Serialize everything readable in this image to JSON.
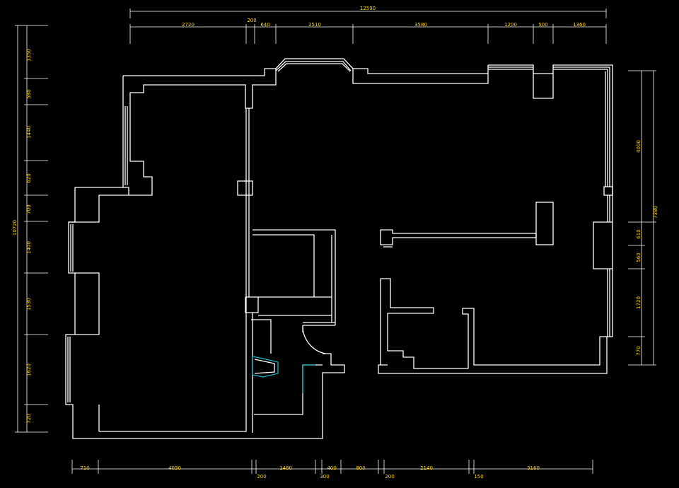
{
  "colors": {
    "background": "#000000",
    "wall": "#ffffff",
    "dimension_text": "#ffd21a",
    "fixture_accent": "#16b7c8"
  },
  "dimensions": {
    "top_overall": "12590",
    "top_small": "200",
    "top": [
      "2720",
      "640",
      "2510",
      "3580",
      "1200",
      "500",
      "1360"
    ],
    "left_overall": "10720",
    "left": [
      "1350",
      "580",
      "1440",
      "620",
      "700",
      "1400",
      "1530",
      "1620",
      "720"
    ],
    "right_overall": "7380",
    "right": [
      "4000",
      "610",
      "560",
      "1720",
      "770"
    ],
    "bottom": [
      "710",
      "4030",
      "200",
      "1480",
      "300",
      "400",
      "800",
      "200",
      "2140",
      "150",
      "3160"
    ]
  }
}
